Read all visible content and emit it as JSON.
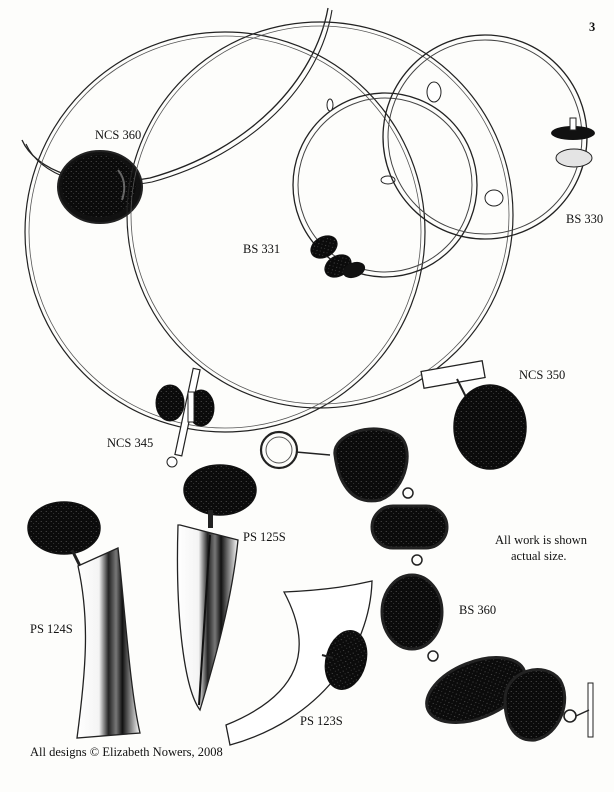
{
  "page_number": "3",
  "labels": {
    "ncs360": "NCS 360",
    "bs331": "BS 331",
    "bs330": "BS 330",
    "ncs350": "NCS 350",
    "ncs345": "NCS 345",
    "ps125s": "PS 125S",
    "ps124s": "PS 124S",
    "bs360": "BS 360",
    "ps123s": "PS 123S"
  },
  "note": {
    "line1": "All work is shown",
    "line2": "actual size."
  },
  "copyright": "All designs © Elizabeth Nowers, 2008"
}
